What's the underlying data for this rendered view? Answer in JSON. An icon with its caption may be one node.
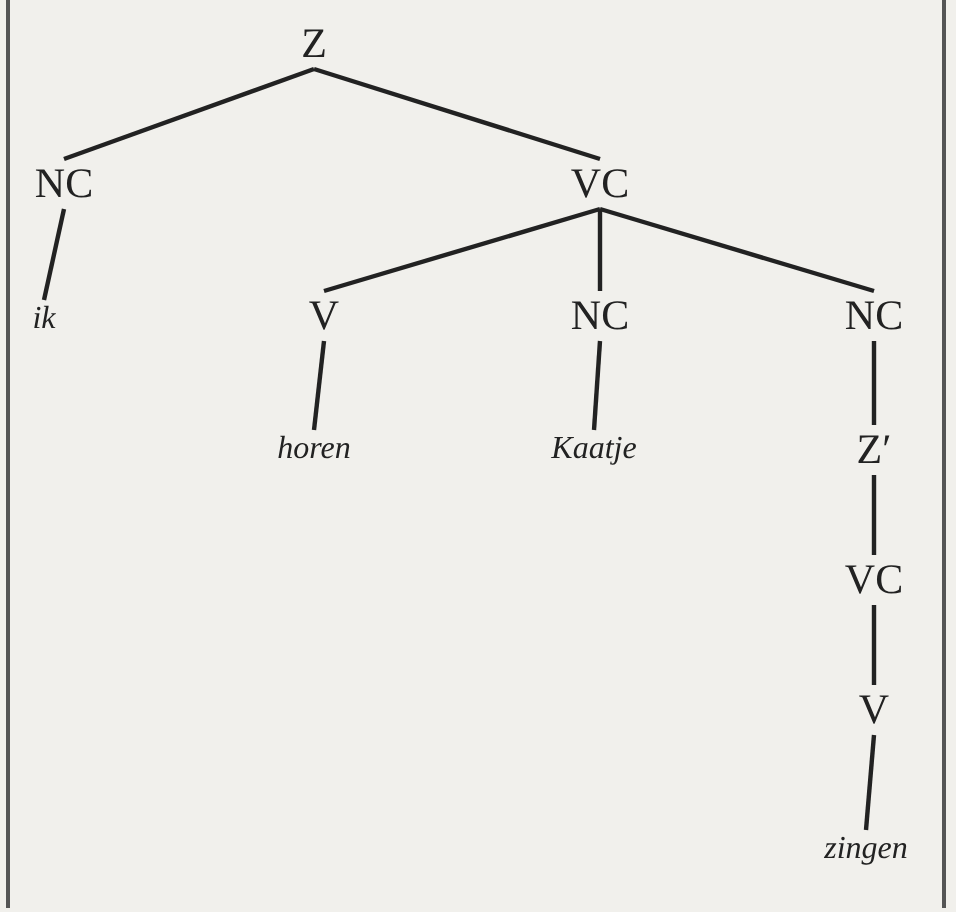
{
  "diagram": {
    "nodes": [
      {
        "text": [
          "Z"
        ]
      },
      {
        "text": [
          "NC"
        ]
      },
      {
        "text": [
          "VC"
        ]
      },
      {
        "text": [
          "ik"
        ]
      },
      {
        "text": [
          "V"
        ]
      },
      {
        "text": [
          "NC"
        ]
      },
      {
        "text": [
          "NC"
        ]
      },
      {
        "text": [
          "horen"
        ]
      },
      {
        "text": [
          "Kaatje"
        ]
      },
      {
        "text": [
          "Z′"
        ]
      },
      {
        "text": [
          "VC"
        ]
      },
      {
        "text": [
          "V"
        ]
      },
      {
        "text": [
          "zingen"
        ]
      }
    ],
    "edges": [
      {
        "from": 0,
        "to": 1,
        "arrow": "none"
      },
      {
        "from": 0,
        "to": 2,
        "arrow": "none"
      },
      {
        "from": 1,
        "to": 3,
        "arrow": "none"
      },
      {
        "from": 2,
        "to": 4,
        "arrow": "none"
      },
      {
        "from": 2,
        "to": 5,
        "arrow": "none"
      },
      {
        "from": 2,
        "to": 6,
        "arrow": "none"
      },
      {
        "from": 4,
        "to": 7,
        "arrow": "none"
      },
      {
        "from": 5,
        "to": 8,
        "arrow": "none"
      },
      {
        "from": 6,
        "to": 9,
        "arrow": "none"
      },
      {
        "from": 9,
        "to": 10,
        "arrow": "none"
      },
      {
        "from": 10,
        "to": 11,
        "arrow": "none"
      },
      {
        "from": 11,
        "to": 12,
        "arrow": "none"
      }
    ]
  }
}
